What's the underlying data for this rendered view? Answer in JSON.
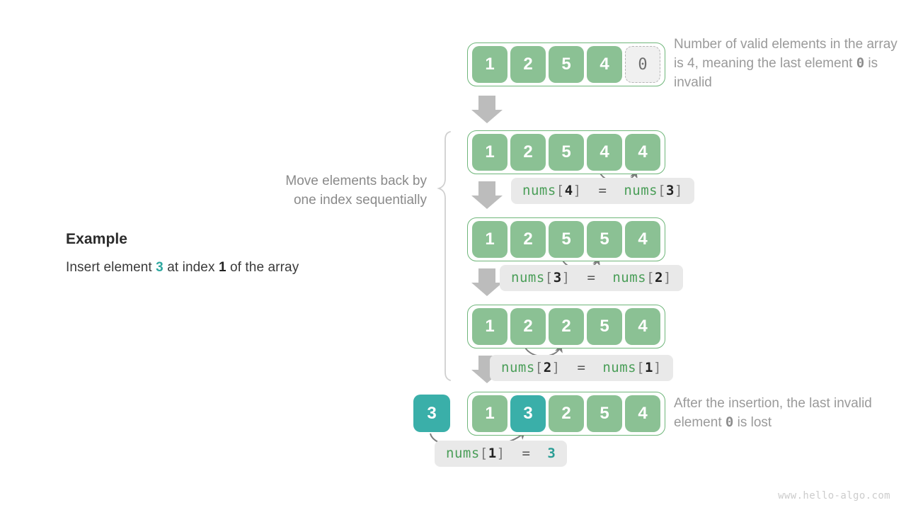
{
  "example": {
    "title": "Example",
    "desc_pre": "Insert element ",
    "desc_value": "3",
    "desc_mid": " at index ",
    "desc_index": "1",
    "desc_post": " of the array"
  },
  "captions": {
    "move_line1": "Move elements back by",
    "move_line2": "one index sequentially"
  },
  "notes": {
    "top_pre": "Number of valid elements in the array is 4, meaning the last element ",
    "top_zero": "0",
    "top_post": " is invalid",
    "bottom_pre": "After the insertion, the last invalid element ",
    "bottom_zero": "0",
    "bottom_post": " is lost"
  },
  "rows": [
    {
      "name": "row-initial",
      "cells": [
        {
          "value": "1",
          "style": "green"
        },
        {
          "value": "2",
          "style": "green"
        },
        {
          "value": "5",
          "style": "green"
        },
        {
          "value": "4",
          "style": "green"
        },
        {
          "value": "0",
          "style": "invalid"
        }
      ]
    },
    {
      "name": "row-shift-4",
      "cells": [
        {
          "value": "1",
          "style": "green"
        },
        {
          "value": "2",
          "style": "green"
        },
        {
          "value": "5",
          "style": "green"
        },
        {
          "value": "4",
          "style": "green"
        },
        {
          "value": "4",
          "style": "green"
        }
      ]
    },
    {
      "name": "row-shift-3",
      "cells": [
        {
          "value": "1",
          "style": "green"
        },
        {
          "value": "2",
          "style": "green"
        },
        {
          "value": "5",
          "style": "green"
        },
        {
          "value": "5",
          "style": "green"
        },
        {
          "value": "4",
          "style": "green"
        }
      ]
    },
    {
      "name": "row-shift-2",
      "cells": [
        {
          "value": "1",
          "style": "green"
        },
        {
          "value": "2",
          "style": "green"
        },
        {
          "value": "2",
          "style": "green"
        },
        {
          "value": "5",
          "style": "green"
        },
        {
          "value": "4",
          "style": "green"
        }
      ]
    },
    {
      "name": "row-final",
      "cells": [
        {
          "value": "1",
          "style": "green"
        },
        {
          "value": "3",
          "style": "teal"
        },
        {
          "value": "2",
          "style": "green"
        },
        {
          "value": "5",
          "style": "green"
        },
        {
          "value": "4",
          "style": "green"
        }
      ]
    }
  ],
  "incoming_element": "3",
  "code_labels": [
    {
      "name": "code-nums4-eq-nums3",
      "array": "nums",
      "lhs_index": "4",
      "op": "=",
      "rhs_array": "nums",
      "rhs_index": "3",
      "rhs_value": null
    },
    {
      "name": "code-nums3-eq-nums2",
      "array": "nums",
      "lhs_index": "3",
      "op": "=",
      "rhs_array": "nums",
      "rhs_index": "2",
      "rhs_value": null
    },
    {
      "name": "code-nums2-eq-nums1",
      "array": "nums",
      "lhs_index": "2",
      "op": "=",
      "rhs_array": "nums",
      "rhs_index": "1",
      "rhs_value": null
    },
    {
      "name": "code-nums1-eq-3",
      "array": "nums",
      "lhs_index": "1",
      "op": "=",
      "rhs_array": null,
      "rhs_index": null,
      "rhs_value": "3"
    }
  ],
  "watermark": "www.hello-algo.com",
  "colors": {
    "green": "#8bc194",
    "green_border": "#6fb67a",
    "teal": "#3aafa9",
    "arrow_gray": "#b5b5b5",
    "curve_gray": "#7d7d7d",
    "label_bg": "#e9e9e9",
    "note_text": "#9a9a9a",
    "code_name": "#4a9e58"
  }
}
